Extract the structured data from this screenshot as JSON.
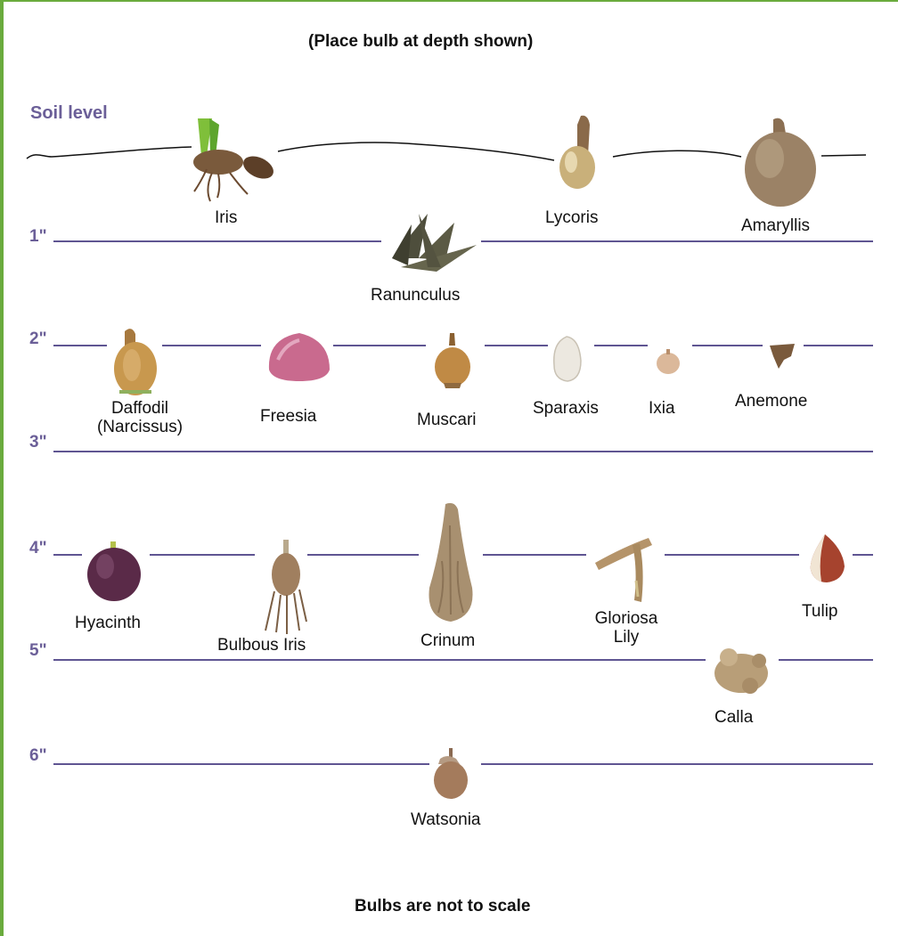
{
  "title": "(Place bulb at depth shown)",
  "soil_label": "Soil level",
  "depths": [
    "1\"",
    "2\"",
    "3\"",
    "4\"",
    "5\"",
    "6\""
  ],
  "bulbs": [
    {
      "id": "iris",
      "label": "Iris",
      "color": "#7a5a3c"
    },
    {
      "id": "lycoris",
      "label": "Lycoris",
      "color": "#c9b07a"
    },
    {
      "id": "amaryllis",
      "label": "Amaryllis",
      "color": "#9b8266"
    },
    {
      "id": "ranunculus",
      "label": "Ranunculus",
      "color": "#5b5a44"
    },
    {
      "id": "daffodil",
      "label": "Daffodil\n(Narcissus)",
      "color": "#c8984e"
    },
    {
      "id": "freesia",
      "label": "Freesia",
      "color": "#c96a8e"
    },
    {
      "id": "muscari",
      "label": "Muscari",
      "color": "#c08a45"
    },
    {
      "id": "sparaxis",
      "label": "Sparaxis",
      "color": "#ece8e0"
    },
    {
      "id": "ixia",
      "label": "Ixia",
      "color": "#dbb89a"
    },
    {
      "id": "anemone",
      "label": "Anemone",
      "color": "#7a5a3c"
    },
    {
      "id": "hyacinth",
      "label": "Hyacinth",
      "color": "#5a2a48"
    },
    {
      "id": "bulbous-iris",
      "label": "Bulbous Iris",
      "color": "#a07f5f"
    },
    {
      "id": "crinum",
      "label": "Crinum",
      "color": "#a89070"
    },
    {
      "id": "gloriosa",
      "label": "Gloriosa\nLily",
      "color": "#b5946a"
    },
    {
      "id": "tulip",
      "label": "Tulip",
      "color": "#a6432e"
    },
    {
      "id": "calla",
      "label": "Calla",
      "color": "#b89e78"
    },
    {
      "id": "watsonia",
      "label": "Watsonia",
      "color": "#a47b5c"
    }
  ],
  "footer": "Bulbs are not to scale",
  "colors": {
    "accent": "#6b5f98",
    "frame": "#6aab3d"
  }
}
